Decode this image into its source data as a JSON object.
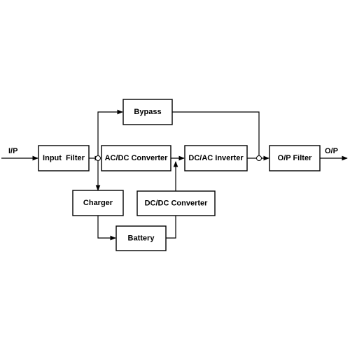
{
  "diagram": {
    "input_label": "I/P",
    "output_label": "O/P",
    "blocks": {
      "input_filter": "Input  Filter",
      "bypass": "Bypass",
      "ac_dc_converter": "AC/DC Converter",
      "dc_ac_inverter": "DC/AC Inverter",
      "op_filter": "O/P Filter",
      "charger": "Charger",
      "dc_dc_converter": "DC/DC Converter",
      "battery": "Battery"
    }
  }
}
